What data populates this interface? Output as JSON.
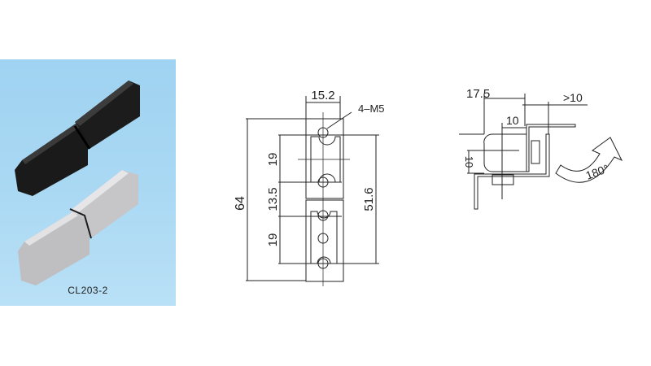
{
  "product_photo": {
    "caption": "CL203-2",
    "background": "#a9d8f3",
    "items": [
      "black-hinge",
      "silver-hinge"
    ]
  },
  "front_view": {
    "width_dim": "15.2",
    "hole_callout": "4–M5",
    "overall_height_dim": "64",
    "upper_hole_spacing_dim": "19",
    "middle_spacing_dim": "13.5",
    "lower_hole_spacing_dim": "19",
    "outer_hole_span_dim": "51.6"
  },
  "side_view": {
    "width_dim": "17.5",
    "clearance_dim": ">10",
    "offset_dim": "10",
    "height_dim": "10",
    "rotation_label": "180°"
  }
}
